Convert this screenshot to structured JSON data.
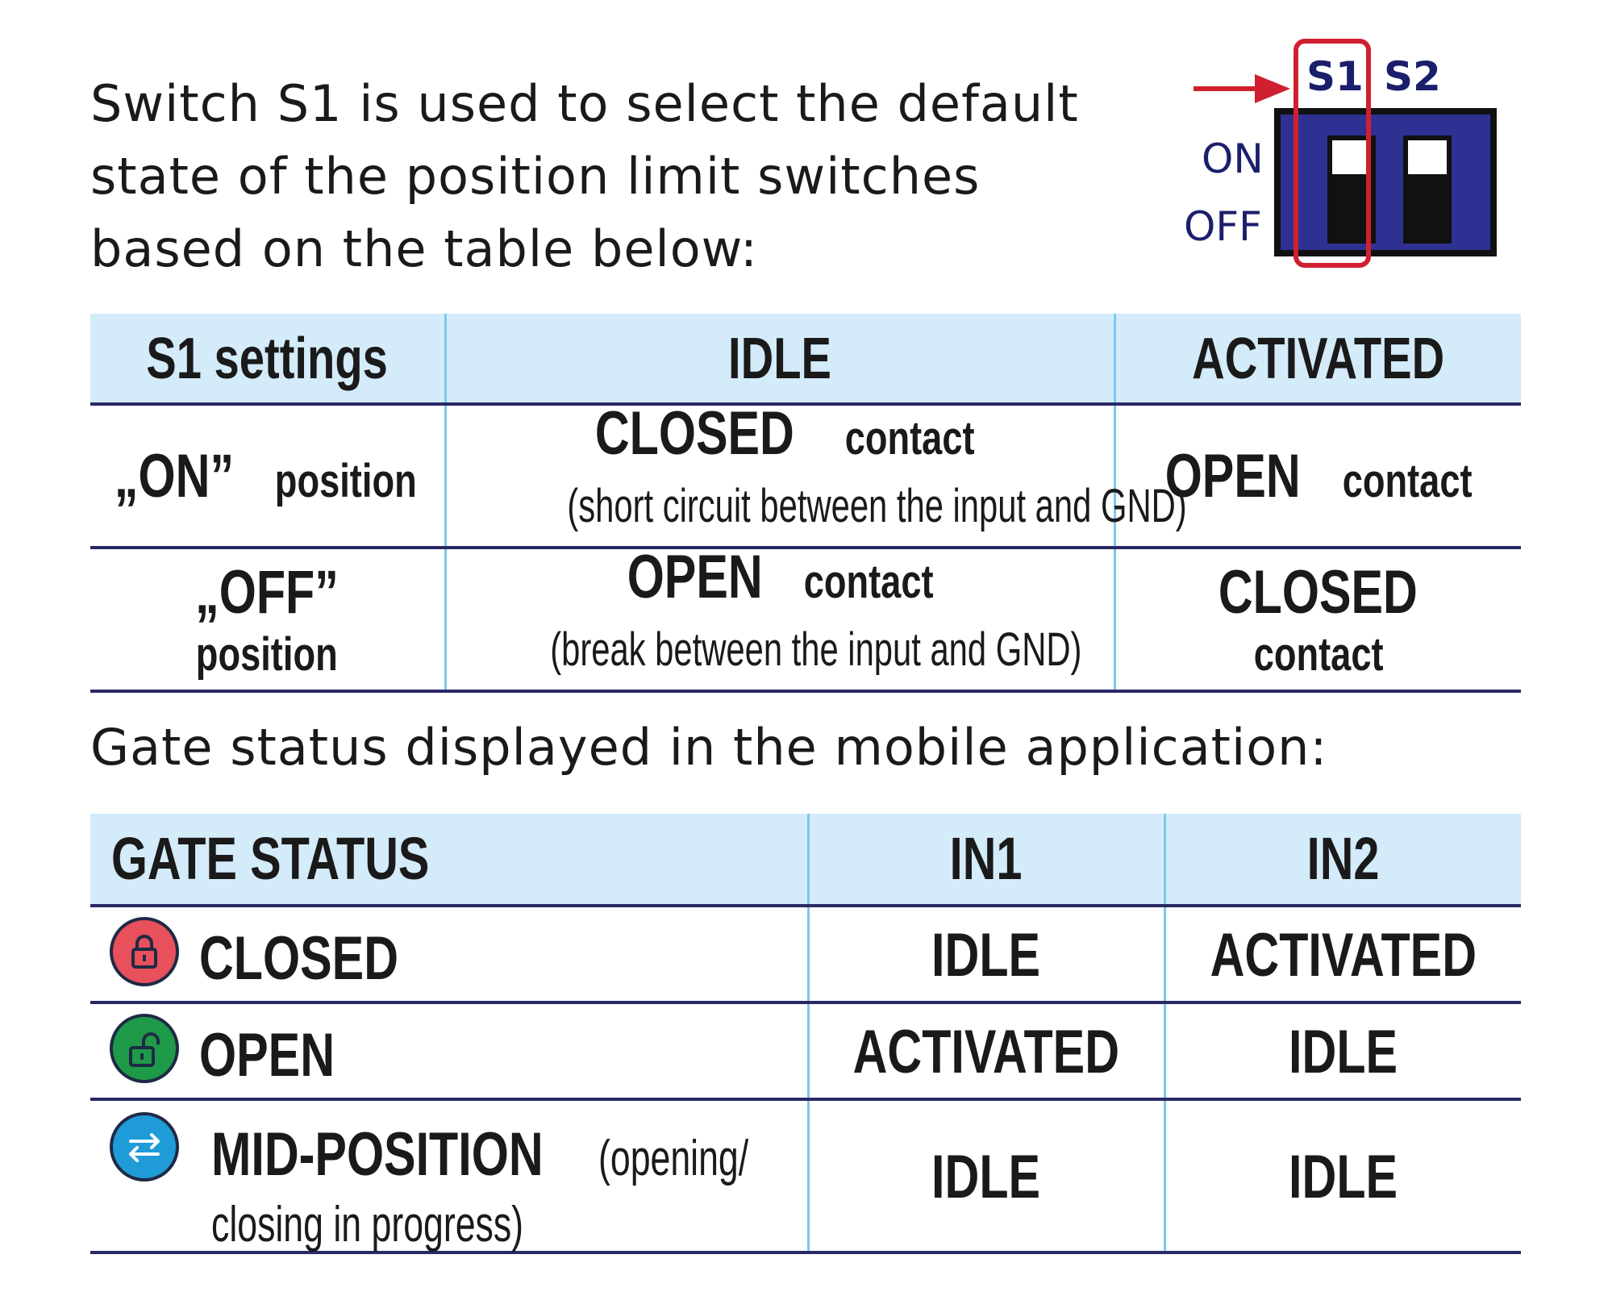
{
  "intro": {
    "line1": "Switch S1 is used to select the default",
    "line2": "state of the position limit switches",
    "line3": "based on the table below:"
  },
  "dip_switch": {
    "s1_label": "S1",
    "s2_label": "S2",
    "on_label": "ON",
    "off_label": "OFF",
    "highlight_color": "#d0202f",
    "body_color": "#2e3192"
  },
  "s1_table": {
    "headers": [
      "S1 settings",
      "IDLE",
      "ACTIVATED"
    ],
    "rows": [
      {
        "setting": "„ON”",
        "setting_suffix": "position",
        "idle_main": "CLOSED",
        "idle_main_suffix": "contact",
        "idle_note": "(short circuit between the input and GND)",
        "activated_main": "OPEN",
        "activated_suffix": "contact"
      },
      {
        "setting": "„OFF”",
        "setting_suffix": "position",
        "idle_main": "OPEN",
        "idle_main_suffix": "contact",
        "idle_note": "(break between the input and GND)",
        "activated_main": "CLOSED",
        "activated_suffix": "contact"
      }
    ]
  },
  "heading2": "Gate status displayed in the mobile application:",
  "gate_table": {
    "headers": [
      "GATE STATUS",
      "IN1",
      "IN2"
    ],
    "rows": [
      {
        "icon": "lock-closed-icon",
        "color": "#e8505b",
        "status": "CLOSED",
        "status_note": "",
        "status_note2": "",
        "in1": "IDLE",
        "in2": "ACTIVATED"
      },
      {
        "icon": "lock-open-icon",
        "color": "#1f9a48",
        "status": "OPEN",
        "status_note": "",
        "status_note2": "",
        "in1": "ACTIVATED",
        "in2": "IDLE"
      },
      {
        "icon": "arrows-swap-icon",
        "color": "#1f9bd7",
        "status": "MID-POSITION",
        "status_note": "(opening/",
        "status_note2": "closing in progress)",
        "in1": "IDLE",
        "in2": "IDLE"
      }
    ]
  }
}
